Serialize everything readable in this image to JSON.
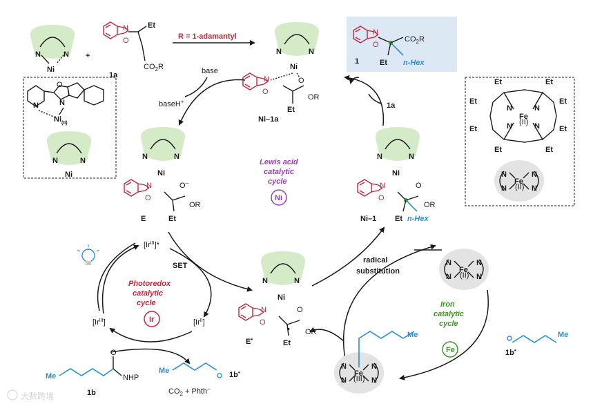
{
  "labels": {
    "ni_metal": "Ni",
    "n_atom": "N",
    "ni_ii": "Ni",
    "ni_ii_ox": "(II)",
    "compound_1a": "1a",
    "compound_1a_right": "1a",
    "reagent_plus": "+",
    "r_definition": "R = 1-adamantyl",
    "base": "base",
    "base_h": "baseH",
    "base_h_sup": "+",
    "intermediate_ni_1a": "Ni–1a",
    "intermediate_e": "E",
    "intermediate_e_rad": "E",
    "intermediate_e_rad_sup": "•",
    "intermediate_ni_1": "Ni–1",
    "product_1": "1",
    "et": "Et",
    "co2r": "CO",
    "co2r_sub": "2",
    "co2r_tail": "R",
    "or": "OR",
    "n_hex": "n-Hex",
    "o_minus": "O",
    "lewis_cycle_1": "Lewis acid",
    "lewis_cycle_2": "catalytic",
    "lewis_cycle_3": "cycle",
    "photo_cycle_1": "Photoredox",
    "photo_cycle_2": "catalytic",
    "photo_cycle_3": "cycle",
    "iron_cycle_1": "Iron",
    "iron_cycle_2": "catalytic",
    "iron_cycle_3": "cycle",
    "ir_metal": "Ir",
    "fe_metal": "Fe",
    "ir_iii_star": "[Ir",
    "ir_iii_star_sup": "III",
    "ir_iii_star_tail": "]*",
    "ir_iii": "[Ir",
    "ir_iii_sup": "III",
    "ir_ii": "[Ir",
    "ir_ii_sup": "II",
    "bracket_close": "]",
    "set": "SET",
    "radical_sub_1": "radical",
    "radical_sub_2": "substitution",
    "fe_ii_ox": "(II)",
    "fe_iii_ox": "(III)",
    "me": "Me",
    "o_atom": "O",
    "nhp": "NHP",
    "compound_1b": "1b",
    "compound_1b_rad": "1b",
    "compound_1b_rad_sup": "•",
    "co2_phth": "CO",
    "co2_phth_sub": "2",
    "co2_phth_tail": " + Phth",
    "co2_phth_sup": "–",
    "watermark": "大数跨境"
  },
  "colors": {
    "substrate_red": "#c0283a",
    "alkyl_blue": "#2a8fd6",
    "lewis_purple": "#9b3fb5",
    "iron_green": "#3a9a22",
    "ligand_green": "#d5ebc8",
    "fe_grey": "#e3e3e3",
    "product_box": "#dde8f5"
  }
}
